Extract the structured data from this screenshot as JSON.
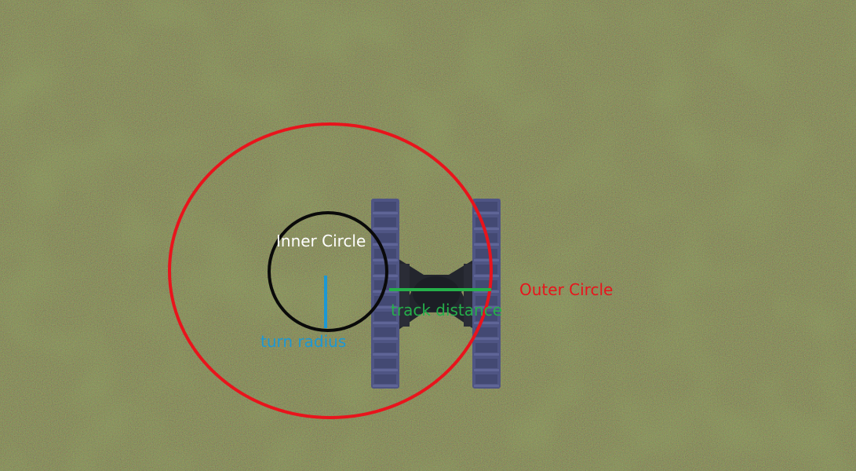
{
  "labels": {
    "inner_circle": "Inner Circle",
    "outer_circle": "Outer Circle",
    "track_distance": "track distance",
    "turn_radius": "turn radius"
  },
  "colors": {
    "grass_dark": "#3c3620",
    "grass_light": "#5b5e2a",
    "track": "#4f5584",
    "track_shadow": "#3a3f66",
    "chassis": "#23252d",
    "outer_circle": "#e8141c",
    "inner_circle": "#0a0a0a",
    "track_distance": "#25b04a",
    "turn_radius": "#1c98d4",
    "inner_label": "#ffffff"
  }
}
